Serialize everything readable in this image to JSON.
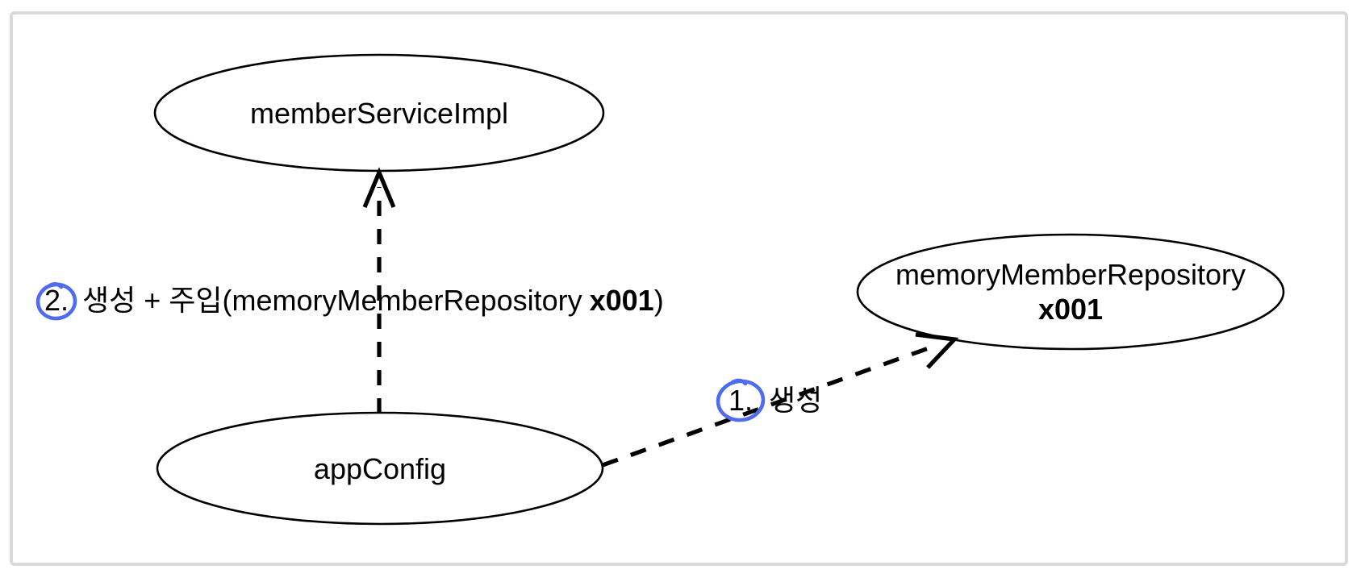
{
  "diagram": {
    "title": "spring-di-diagram",
    "nodes": [
      {
        "id": "memberServiceImpl",
        "label": "memberServiceImpl"
      },
      {
        "id": "memoryMemberRepository",
        "label": "memoryMemberRepository",
        "sublabel": "x001"
      },
      {
        "id": "appConfig",
        "label": "appConfig"
      }
    ],
    "annotations": [
      {
        "step": "2.",
        "text": "생성 + 주입(memoryMemberRepository",
        "bold_text": "x001",
        "suffix": ")"
      },
      {
        "step": "1.",
        "text": "생성"
      }
    ],
    "colors": {
      "annotation_circle": "#4f6bf0",
      "shape_stroke": "#000000",
      "frame_border": "#d9d9d9"
    }
  }
}
